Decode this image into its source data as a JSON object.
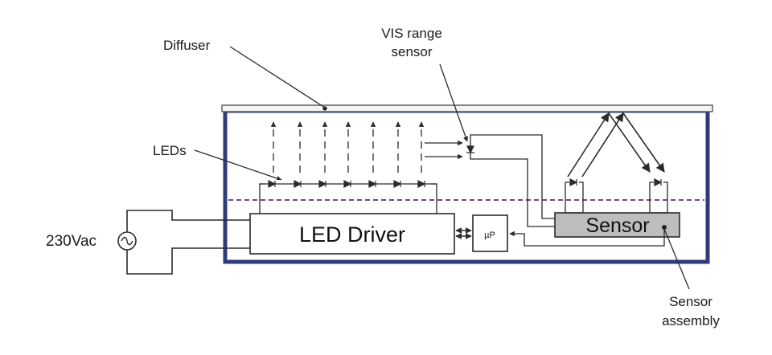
{
  "labels": {
    "diffuser": "Diffuser",
    "vis_line1": "VIS range",
    "vis_line2": "sensor",
    "leds": "LEDs",
    "voltage": "230Vac",
    "led_driver": "LED Driver",
    "micro": "µP",
    "sensor": "Sensor",
    "assembly_line1": "Sensor",
    "assembly_line2": "assembly"
  },
  "colors": {
    "enclosure_border": "#2e3a7a",
    "divider": "#6b4a8a",
    "sensor_fill": "#bdbdbd",
    "diffuser_fill": "#f4f4f4",
    "line": "#2b2b2b"
  },
  "icons": {
    "ac_source": "ac-source-icon",
    "led": "led-diode-icon",
    "photodiode": "photodiode-icon"
  }
}
